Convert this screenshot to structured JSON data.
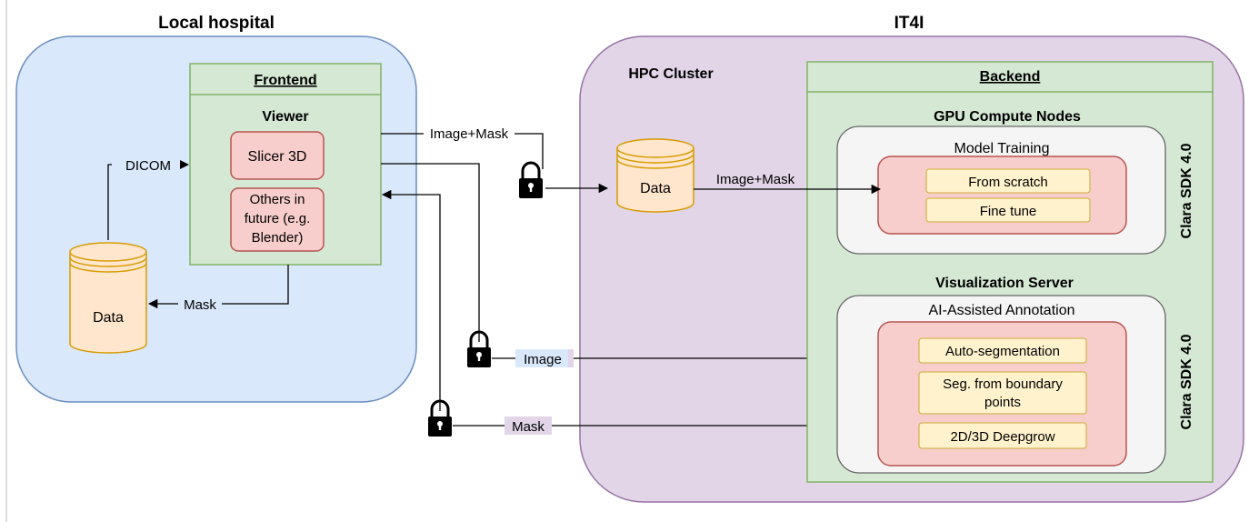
{
  "regions": {
    "local_hospital_title": "Local hospital",
    "it4i_title": "IT4I",
    "hpc_cluster_label": "HPC Cluster"
  },
  "frontend": {
    "header": "Frontend",
    "viewer_label": "Viewer",
    "slicer": "Slicer 3D",
    "others_lines": [
      "Others in",
      "future (e.g.",
      "Blender)"
    ]
  },
  "local_data_label": "Data",
  "hpc_data_label": "Data",
  "backend": {
    "header": "Backend",
    "gpu_nodes_label": "GPU Compute Nodes",
    "model_training_label": "Model Training",
    "training_items": [
      "From scratch",
      "Fine tune"
    ],
    "vis_server_label": "Visualization Server",
    "annotation_label": "AI-Assisted Annotation",
    "annotation_items": [
      [
        "Auto-segmentation"
      ],
      [
        "Seg. from boundary",
        "points"
      ],
      [
        "2D/3D Deepgrow"
      ]
    ],
    "sdk_label_top": "Clara SDK 4.0",
    "sdk_label_bottom": "Clara SDK 4.0"
  },
  "edges": {
    "dicom": "DICOM",
    "mask_local": "Mask",
    "image_mask_top": "Image+Mask",
    "image_mask_hpc": "Image+Mask",
    "image": "Image",
    "mask_bottom": "Mask"
  },
  "icons": {
    "lock": "lock-icon"
  },
  "colors": {
    "local_bg": "#dae8fc",
    "local_border": "#6c8ebf",
    "it4i_bg": "#e1d5e7",
    "it4i_border": "#9673a6",
    "green_bg": "#d5e8d4",
    "green_border": "#82b366",
    "red_bg": "#f8cecc",
    "red_border": "#b85450",
    "yellow_bg": "#fff2cc",
    "yellow_border": "#d6b656",
    "data_bg": "#ffe6cc",
    "data_border": "#d79b00"
  }
}
